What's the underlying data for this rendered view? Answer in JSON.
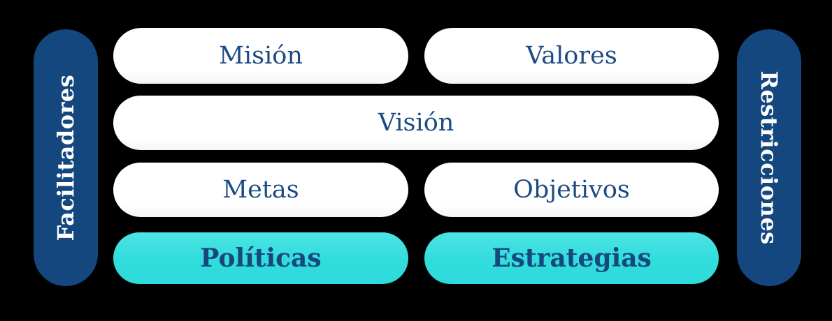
{
  "diagram": {
    "rails": {
      "left": {
        "label": "Facilitadores"
      },
      "right": {
        "label": "Restricciones"
      }
    },
    "rows": [
      {
        "cells": [
          {
            "id": "mision",
            "label": "Misión",
            "style": "white"
          },
          {
            "id": "valores",
            "label": "Valores",
            "style": "white"
          }
        ]
      },
      {
        "cells": [
          {
            "id": "vision",
            "label": "Visión",
            "style": "white",
            "span": "full"
          }
        ]
      },
      {
        "cells": [
          {
            "id": "metas",
            "label": "Metas",
            "style": "white"
          },
          {
            "id": "objetivos",
            "label": "Objetivos",
            "style": "white"
          }
        ]
      },
      {
        "cells": [
          {
            "id": "politicas",
            "label": "Políticas",
            "style": "cyan"
          },
          {
            "id": "estrategias",
            "label": "Estrategias",
            "style": "cyan"
          }
        ]
      }
    ],
    "colors": {
      "background": "#000000",
      "rail_navy": "#14477e",
      "rail_text": "#ffffff",
      "pill_white": "#ffffff",
      "pill_cyan": "#33dede",
      "text_navy": "#1c4b82",
      "text_navy_bold": "#17477d"
    }
  }
}
